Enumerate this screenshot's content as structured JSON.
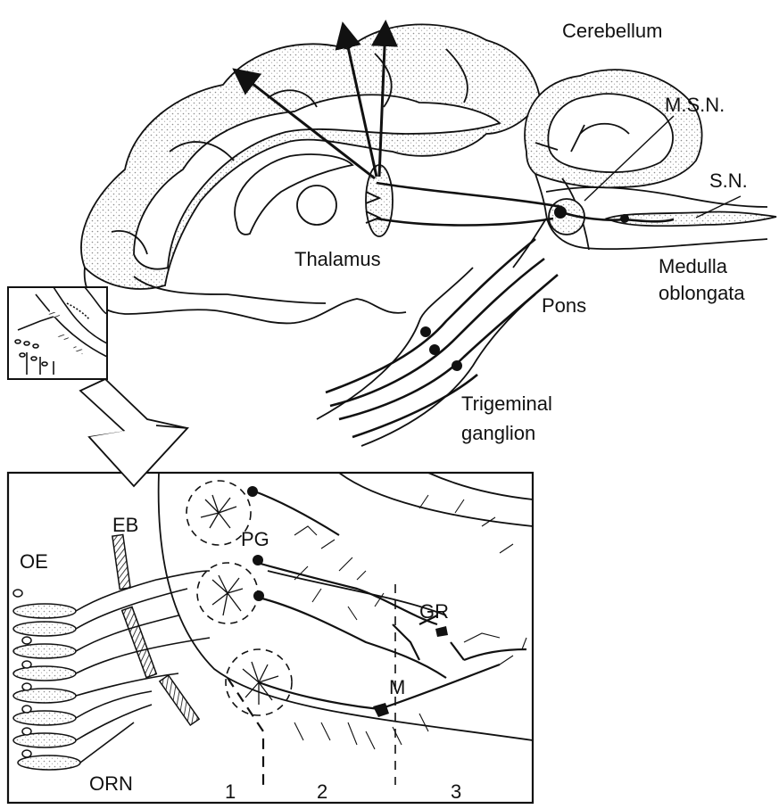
{
  "labels": {
    "cerebellum": "Cerebellum",
    "msn": "M.S.N.",
    "sn": "S.N.",
    "thalamus": "Thalamus",
    "pons": "Pons",
    "medulla_line1": "Medulla",
    "medulla_line2": "oblongata",
    "trigeminal_line1": "Trigeminal",
    "trigeminal_line2": "ganglion"
  },
  "inset": {
    "eb": "EB",
    "oe": "OE",
    "pg": "PG",
    "gr": "GR",
    "m": "M",
    "orn": "ORN",
    "zone_1": "1",
    "zone_2": "2",
    "zone_3": "3"
  },
  "colors": {
    "ink": "#111111",
    "stipple": "#9a9a9a",
    "background": "#ffffff"
  }
}
